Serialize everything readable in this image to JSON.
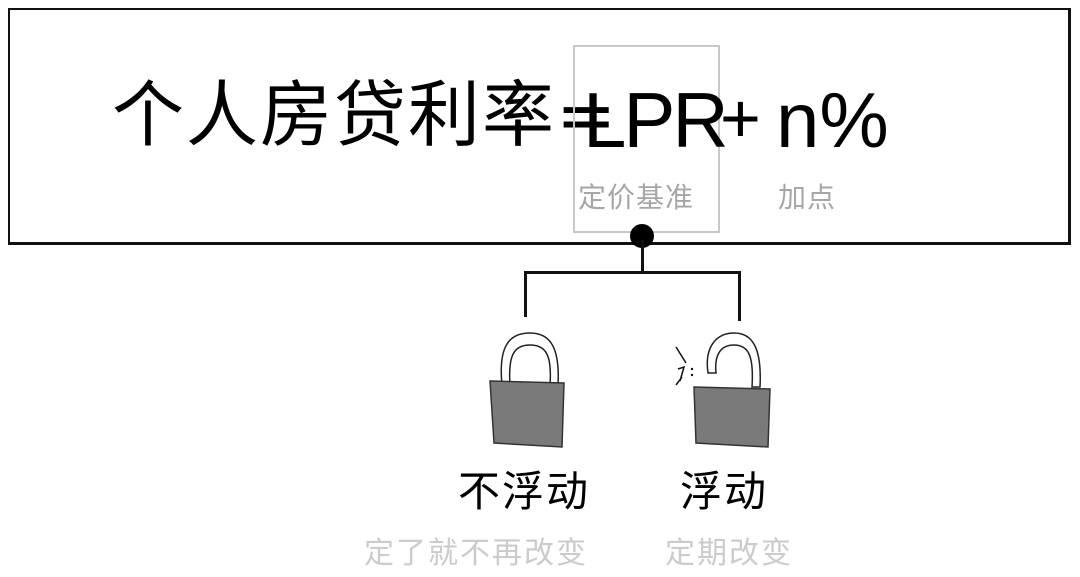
{
  "formula": {
    "lhs": "个人房贷利率=",
    "base_term": "LPR",
    "operator": "+",
    "spread_term": "n%",
    "base_caption": "定价基准",
    "spread_caption": "加点"
  },
  "branches": [
    {
      "icon": "locked-padlock-icon",
      "title": "不浮动",
      "caption": "定了就不再改变"
    },
    {
      "icon": "unlocked-padlock-icon",
      "title": "浮动",
      "caption": "定期改变"
    }
  ],
  "colors": {
    "text": "#000000",
    "caption": "#a6a6a6",
    "light_caption": "#cbcbcb",
    "lock_body": "#7a7a7a",
    "box_border": "#c8c8c8"
  }
}
